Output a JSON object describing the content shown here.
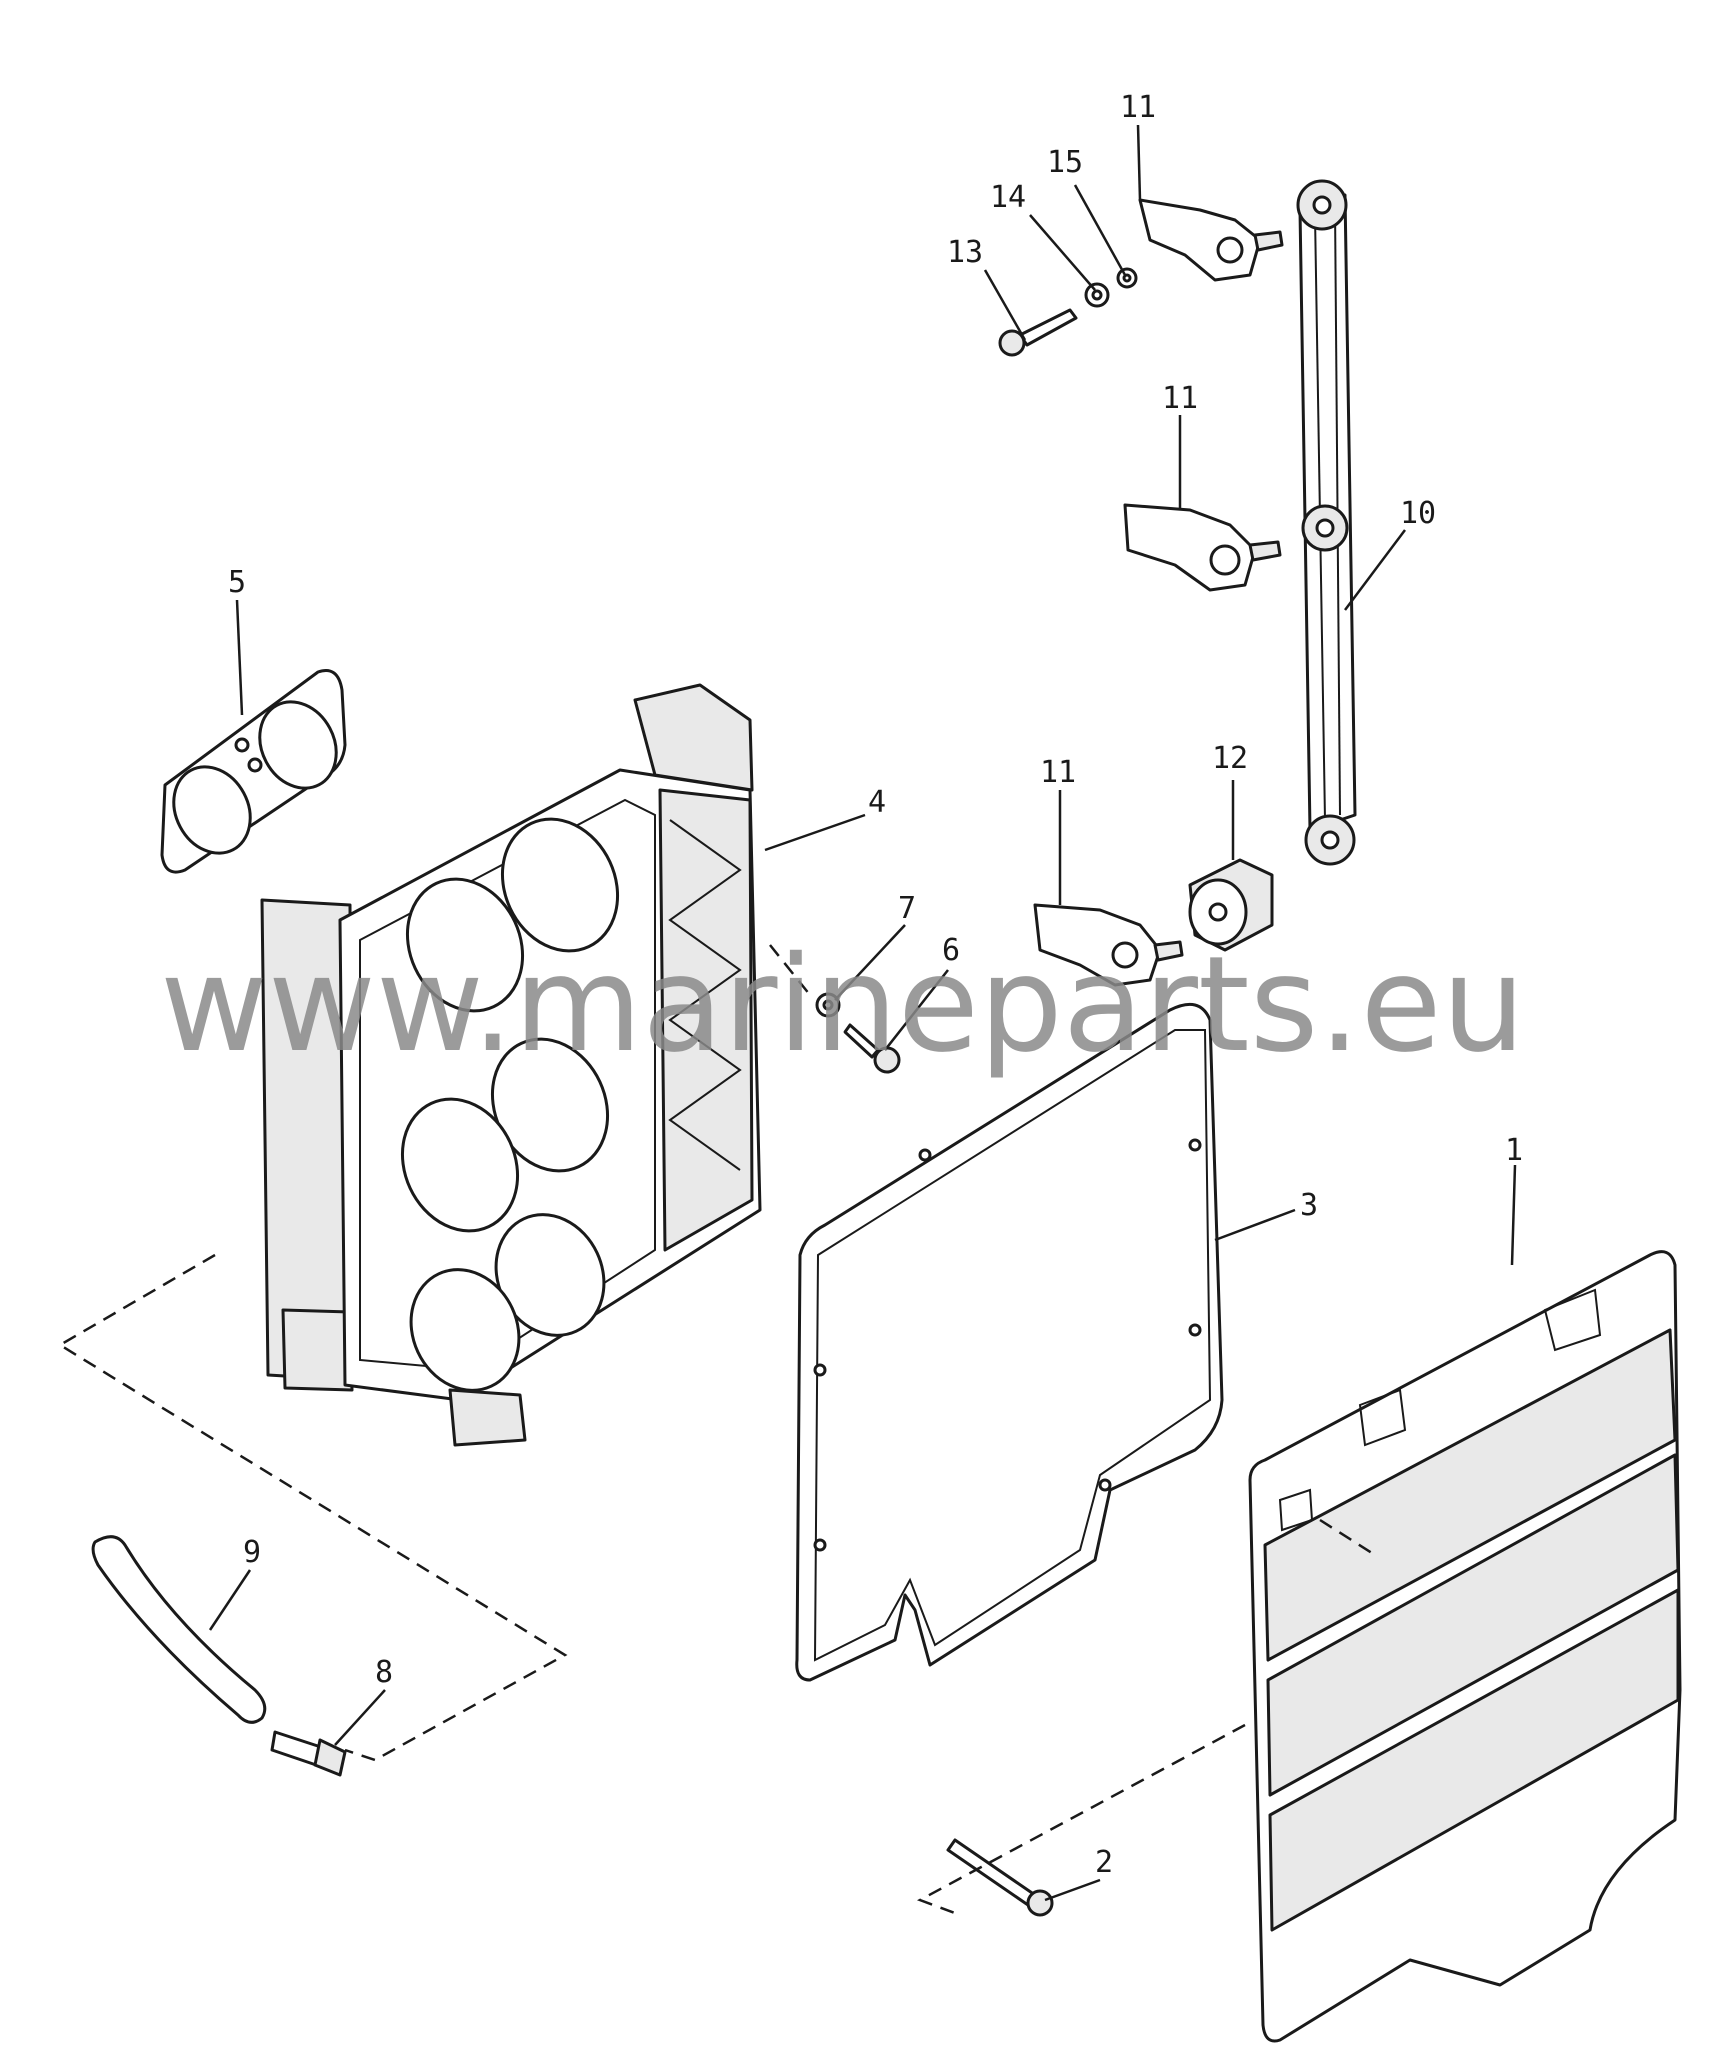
{
  "diagram": {
    "callouts": {
      "c1": "1",
      "c2": "2",
      "c3": "3",
      "c4": "4",
      "c5": "5",
      "c6": "6",
      "c7": "7",
      "c8": "8",
      "c9": "9",
      "c10": "10",
      "c11a": "11",
      "c11b": "11",
      "c11c": "11",
      "c12": "12",
      "c13": "13",
      "c14": "14",
      "c15": "15"
    },
    "watermark": "www.marineparts.eu"
  }
}
